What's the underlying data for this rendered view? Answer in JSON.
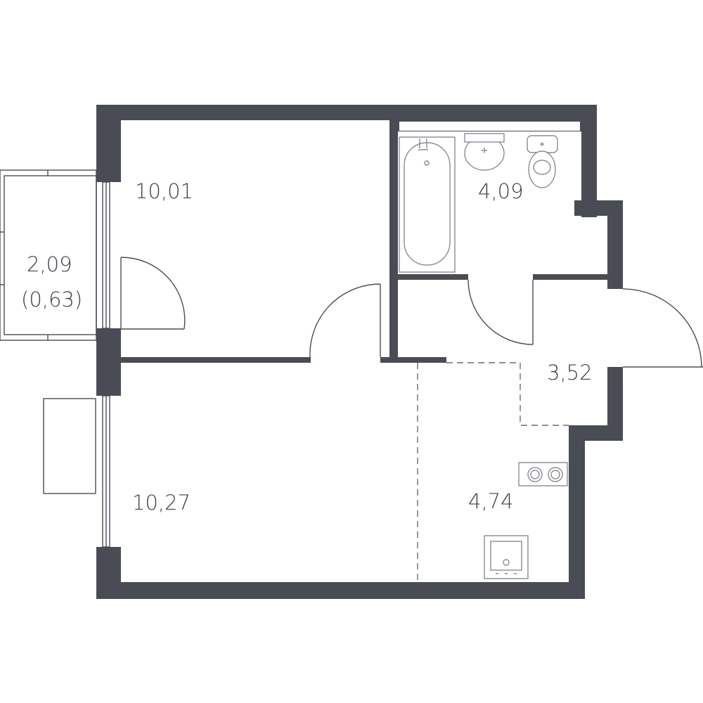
{
  "plan": {
    "rooms": [
      {
        "id": "room-upper-left",
        "area": "10,01"
      },
      {
        "id": "bathroom",
        "area": "4,09"
      },
      {
        "id": "hallway",
        "area": "3,52"
      },
      {
        "id": "room-lower-left",
        "area": "10,27"
      },
      {
        "id": "kitchen",
        "area": "4,74"
      }
    ],
    "balcony": {
      "area": "2,09",
      "reduced_area": "(0,63)"
    }
  },
  "colors": {
    "wall": "#4a4c55",
    "fixture": "#8a8c93",
    "text": "#3f4149"
  }
}
